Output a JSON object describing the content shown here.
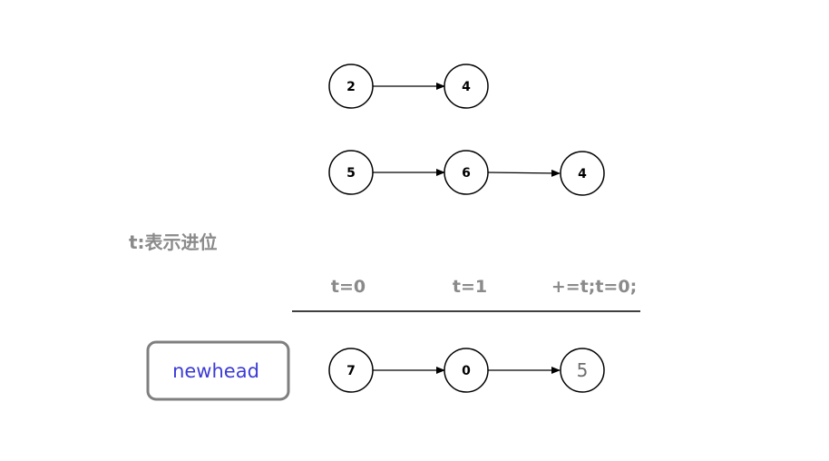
{
  "lists": [
    {
      "nodes": [
        {
          "value": "2"
        },
        {
          "value": "4"
        }
      ]
    },
    {
      "nodes": [
        {
          "value": "5"
        },
        {
          "value": "6"
        },
        {
          "value": "4"
        }
      ]
    },
    {
      "nodes": [
        {
          "value": "7"
        },
        {
          "value": "0"
        },
        {
          "value": "5",
          "style": "grey"
        }
      ]
    }
  ],
  "note": "t:表示进位",
  "carry_labels": [
    "t=0",
    "t=1",
    "+=t;t=0;"
  ],
  "newhead_label": "newhead",
  "colors": {
    "node_stroke": "#000000",
    "note_grey": "#8a8a8a",
    "box_grey": "#7f7f7f",
    "newhead_blue": "#3b3bd6"
  }
}
